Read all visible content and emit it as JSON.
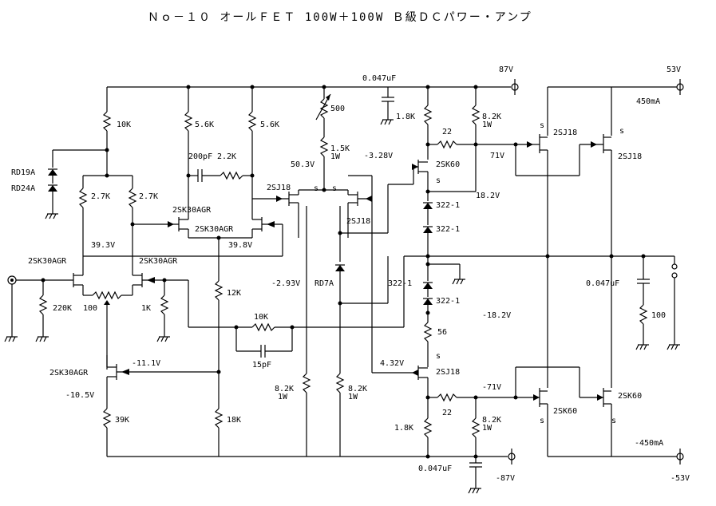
{
  "title": "Ｎｏ－１０ オールＦＥＴ 100W＋100W Ｂ級ＤＣパワー・アンプ",
  "rails": {
    "p87": "87V",
    "n87": "-87V",
    "p53": "53V",
    "n53": "-53V",
    "i_pos": "450mA",
    "i_neg": "-450mA"
  },
  "caps": {
    "c047_top": "0.047uF",
    "c047_bot": "0.047uF",
    "c047_out": "0.047uF",
    "c200p": "200pF",
    "c15p": "15pF"
  },
  "resistors": {
    "r10k_top": "10K",
    "r56k_a": "5.6K",
    "r56k_b": "5.6K",
    "r22k": "2.2K",
    "r500": "500",
    "r15k": "1.5K",
    "r15k_w": "1W",
    "r18k_top": "1.8K",
    "r82k_top": "8.2K",
    "r82k_top_w": "1W",
    "r22_top": "22",
    "r27k_a": "2.7K",
    "r27k_b": "2.7K",
    "r220k": "220K",
    "r100_pot": "100",
    "r1k": "1K",
    "r12k": "12K",
    "r10k_fb": "10K",
    "r82k_a": "8.2K",
    "r82k_a_w": "1W",
    "r82k_b": "8.2K",
    "r82k_b_w": "1W",
    "r39k": "39K",
    "r18k": "18K",
    "r56": "56",
    "r22_bot": "22",
    "r18k_bot": "1.8K",
    "r82k_bot": "8.2K",
    "r82k_bot_w": "1W",
    "r100_out": "100"
  },
  "semis": {
    "rd19a": "RD19A",
    "rd24a": "RD24A",
    "rd7a": "RD7A",
    "q_in_l": "2SK30AGR",
    "q_in_r": "2SK30AGR",
    "q_cs": "2SK30AGR",
    "q_mir1": "2SK30AGR",
    "q_mir2": "2SK30AGR",
    "q_pd": "2SJ18",
    "q_pd2": "2SJ18",
    "q_drv_p": "2SK60",
    "q_drv_n": "2SJ18",
    "q_out_p1": "2SJ18",
    "q_out_p2": "2SJ18",
    "q_out_n1": "2SK60",
    "q_out_n2": "2SK60",
    "d1": "322-1",
    "d2": "322-1",
    "d3": "322-1",
    "d4": "322-1",
    "s": "s"
  },
  "voltages": {
    "v503": "50.3V",
    "v328": "-3.28V",
    "v71": "71V",
    "v182": "18.2V",
    "v393": "39.3V",
    "v398": "39.8V",
    "v293": "-2.93V",
    "vn182": "-18.2V",
    "vn111": "-11.1V",
    "vn105": "-10.5V",
    "v432": "4.32V",
    "vn71": "-71V"
  }
}
